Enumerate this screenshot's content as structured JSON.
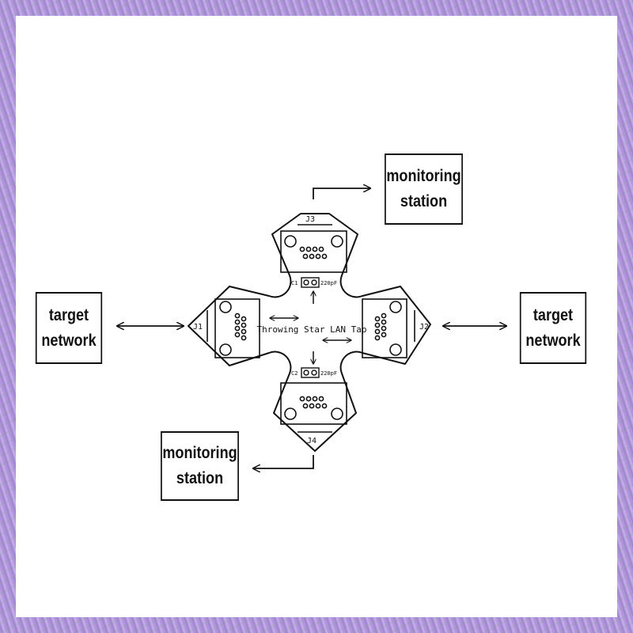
{
  "boxes": {
    "target_left": {
      "line1": "target",
      "line2": "network"
    },
    "target_right": {
      "line1": "target",
      "line2": "network"
    },
    "monitor_top": {
      "line1": "monitoring",
      "line2": "station"
    },
    "monitor_bottom": {
      "line1": "monitoring",
      "line2": "station"
    }
  },
  "board": {
    "title": "Throwing Star LAN Tap",
    "connectors": {
      "j1": "J1",
      "j2": "J2",
      "j3": "J3",
      "j4": "J4"
    },
    "capacitors": {
      "c1": "C1",
      "c1_value": "220pF",
      "c2": "C2",
      "c2_value": "220pF"
    }
  },
  "colors": {
    "frame": "#b09ade",
    "line": "#111111",
    "background": "#ffffff"
  }
}
